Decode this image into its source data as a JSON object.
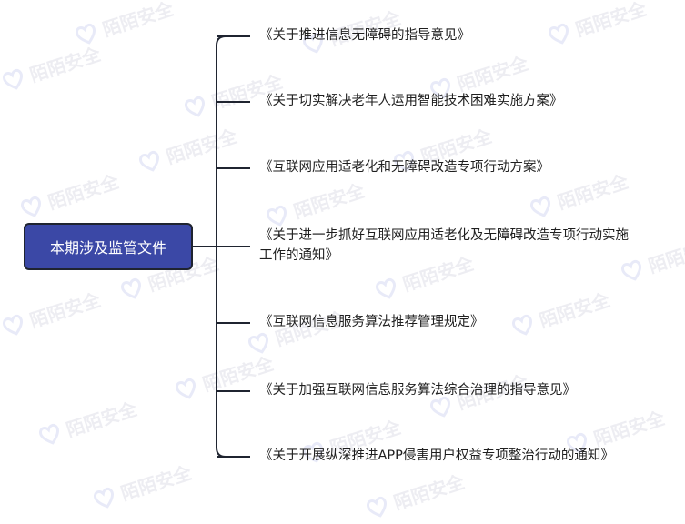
{
  "root": {
    "label": "本期涉及监管文件"
  },
  "leaves": [
    {
      "label": "《关于推进信息无障碍的指导意见》"
    },
    {
      "label": "《关于切实解决老年人运用智能技术困难实施方案》"
    },
    {
      "label": "《互联网应用适老化和无障碍改造专项行动方案》"
    },
    {
      "label": "《关于进一步抓好互联网应用适老化及无障碍改造专项行动实施工作的通知》"
    },
    {
      "label": "《互联网信息服务算法推荐管理规定》"
    },
    {
      "label": "《关于加强互联网信息服务算法综合治理的指导意见》"
    },
    {
      "label": "《关于开展纵深推进APP侵害用户权益专项整治行动的通知》"
    }
  ],
  "watermark": {
    "text": "陌陌安全",
    "color": "#b0b0c8"
  },
  "colors": {
    "root_fill": "#3b48a6",
    "line": "#1f2430"
  }
}
